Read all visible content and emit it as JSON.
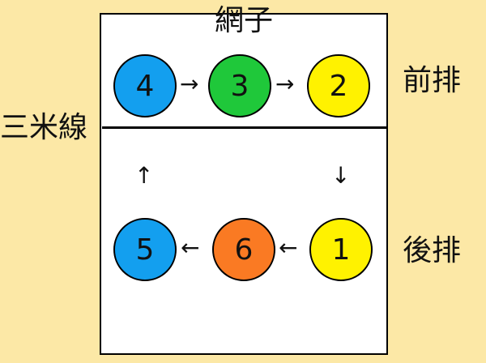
{
  "labels": {
    "net": "網子",
    "front_row": "前排",
    "back_row": "後排",
    "attack_line": "三米線"
  },
  "colors": {
    "background": "#fce8a6",
    "blue": "#139fef",
    "green": "#1fc83a",
    "yellow": "#fff200",
    "orange": "#fa7a23"
  },
  "positions": {
    "p4": {
      "number": "4",
      "color": "#139fef"
    },
    "p3": {
      "number": "3",
      "color": "#1fc83a"
    },
    "p2": {
      "number": "2",
      "color": "#fff200"
    },
    "p5": {
      "number": "5",
      "color": "#139fef"
    },
    "p6": {
      "number": "6",
      "color": "#fa7a23"
    },
    "p1": {
      "number": "1",
      "color": "#fff200"
    }
  },
  "arrows": {
    "a43": "→",
    "a32": "→",
    "a21": "↓",
    "a16": "←",
    "a65": "←",
    "a54": "↑"
  }
}
